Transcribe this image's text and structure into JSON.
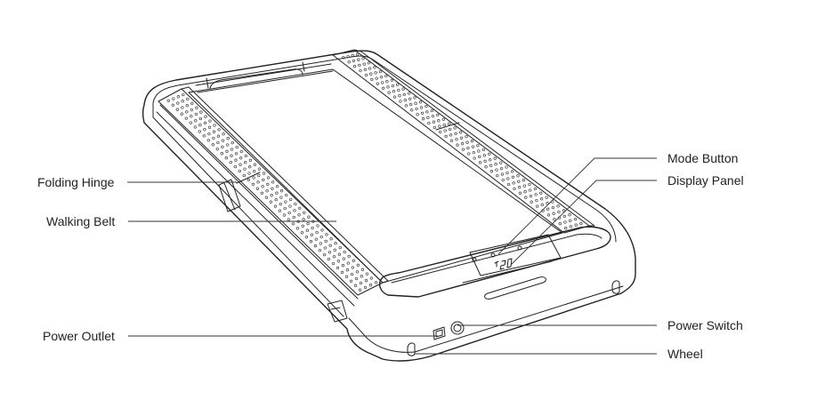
{
  "labels": {
    "folding_hinge": "Folding Hinge",
    "walking_belt": "Walking Belt",
    "power_outlet": "Power Outlet",
    "mode_button": "Mode Button",
    "display_panel": "Display Panel",
    "power_switch": "Power Switch",
    "wheel": "Wheel"
  }
}
